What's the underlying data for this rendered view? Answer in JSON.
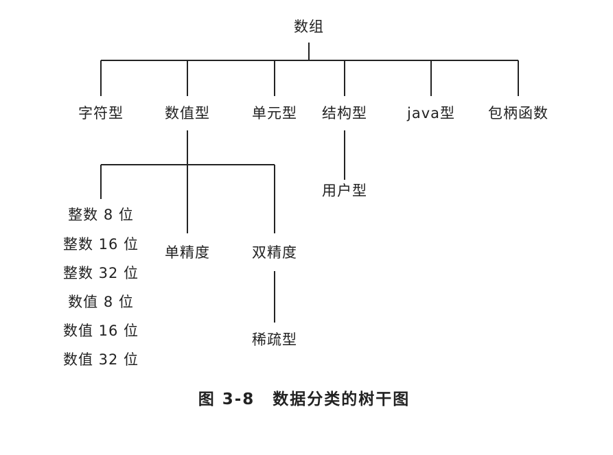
{
  "root": "数组",
  "level1": [
    "字符型",
    "数值型",
    "单元型",
    "结构型",
    "java型",
    "包柄函数"
  ],
  "numeric_children": {
    "integers": [
      "整数 8 位",
      "整数 16 位",
      "整数 32 位",
      "数值 8 位",
      "数值 16 位",
      "数值 32 位"
    ],
    "single": "单精度",
    "double": "双精度"
  },
  "double_child": "稀疏型",
  "struct_child": "用户型",
  "caption": {
    "number": "图 3-8",
    "title": "数据分类的树干图"
  }
}
